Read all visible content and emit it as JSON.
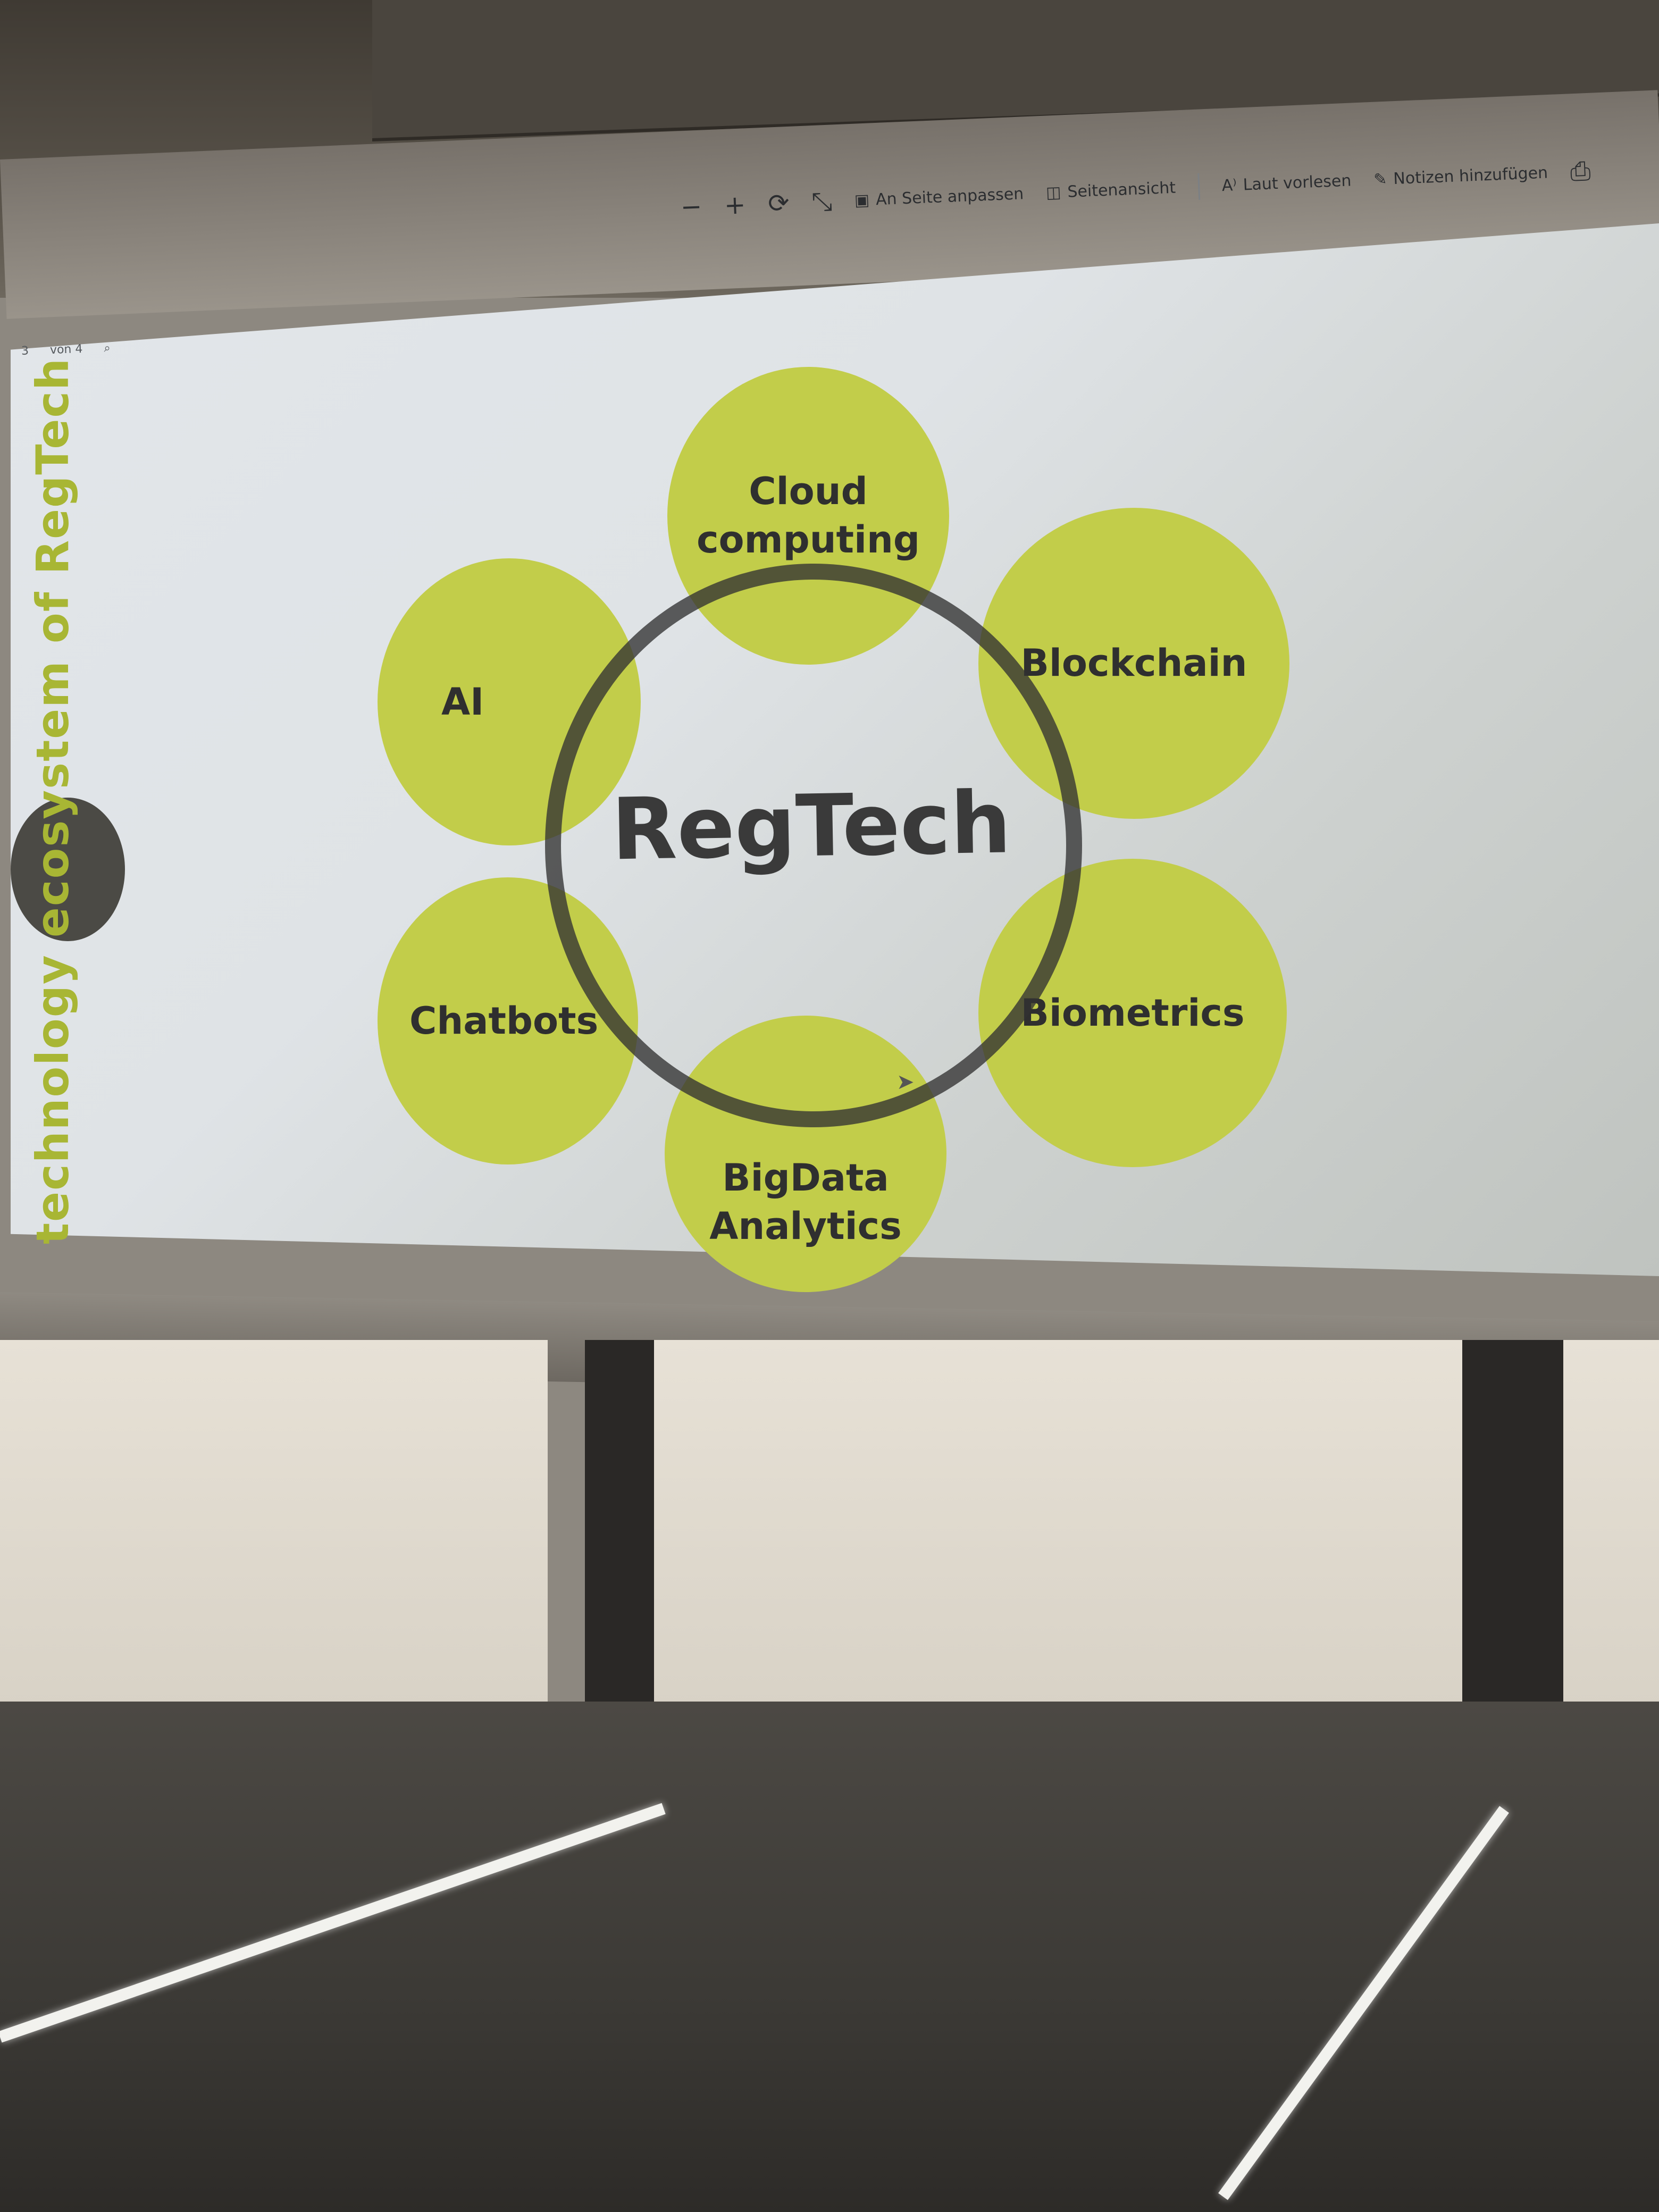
{
  "toolbar": {
    "zoom_out": "−",
    "zoom_in": "+",
    "rotate": "⟳",
    "fullscreen": "⤡",
    "fit_page": "An Seite anpassen",
    "page_view": "Seitenansicht",
    "read_aloud": "Laut vorlesen",
    "add_notes": "Notizen hinzufügen",
    "print": "⎙"
  },
  "pagebar": {
    "current_page": "3",
    "of_pages": "von 4"
  },
  "slide": {
    "title": "technology ecosystem of RegTech",
    "center": "RegTech",
    "nodes": {
      "cloud": [
        "Cloud",
        "computing"
      ],
      "blockchain": "Blockchain",
      "ai": "AI",
      "chatbots": "Chatbots",
      "bigdata": [
        "BigData",
        "Analytics"
      ],
      "biometrics": "Biometrics"
    }
  },
  "colors": {
    "accent_green": "#c2cd4a",
    "title_green": "#a8b634",
    "ring": "#333333"
  }
}
